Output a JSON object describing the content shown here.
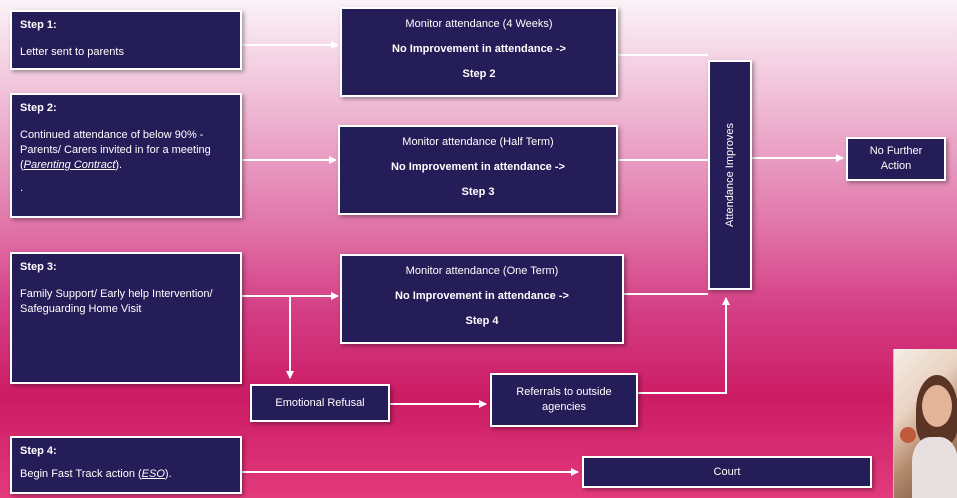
{
  "step1": {
    "heading": "Step 1:",
    "text": "Letter sent to parents"
  },
  "step2": {
    "heading": "Step 2:",
    "text": "Continued attendance of below 90% - Parents/ Carers invited in for a meeting (",
    "link": "Parenting Contract",
    "suffix": ").",
    "extra": "."
  },
  "step3": {
    "heading": "Step 3:",
    "text": "Family Support/ Early help Intervention/ Safeguarding Home Visit"
  },
  "step4": {
    "heading": "Step 4:",
    "text": "Begin Fast Track action (",
    "link": "ESO",
    "suffix": ")."
  },
  "monitor1": {
    "line1": "Monitor attendance (4 Weeks)",
    "line2": "No Improvement in attendance ->",
    "line3": "Step 2"
  },
  "monitor2": {
    "line1": "Monitor attendance (Half Term)",
    "line2": "No Improvement in attendance ->",
    "line3": "Step 3"
  },
  "monitor3": {
    "line1": "Monitor attendance (One Term)",
    "line2": "No Improvement in attendance ->",
    "line3": "Step 4"
  },
  "attendance_improves": "Attendance Improves",
  "no_further_action": {
    "line1": "No Further",
    "line2": "Action"
  },
  "emotional_refusal": "Emotional Refusal",
  "referrals": {
    "line1": "Referrals to outside",
    "line2": "agencies"
  },
  "court": "Court",
  "colors": {
    "box_fill": "#241d58",
    "box_border": "#ffffff",
    "arrow": "#ffffff"
  }
}
